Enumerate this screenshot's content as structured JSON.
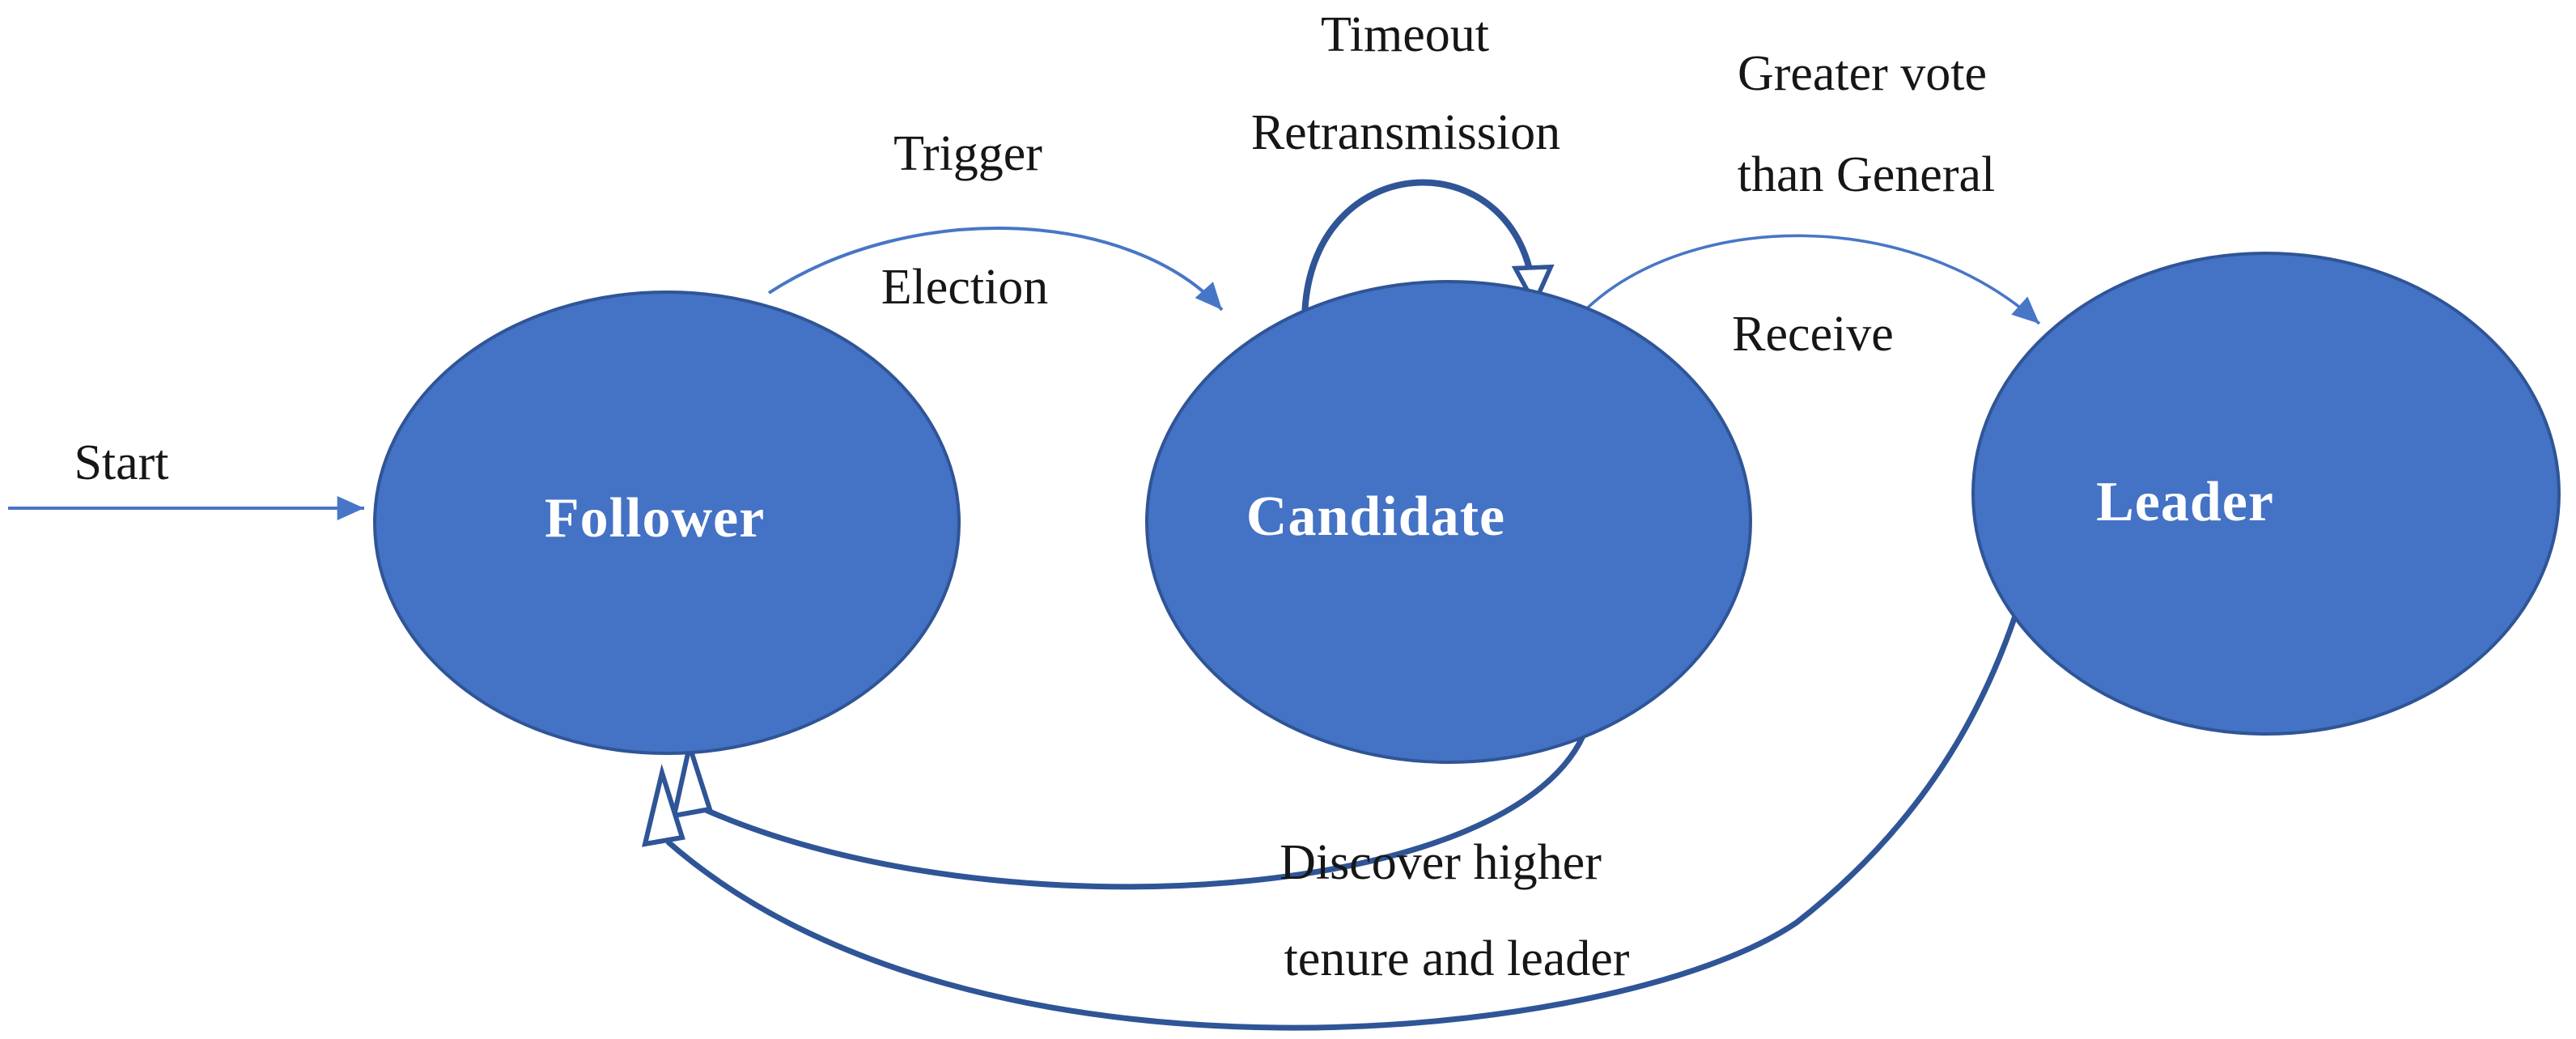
{
  "diagram": {
    "type": "state-transition-diagram",
    "background": "#ffffff"
  },
  "colors": {
    "node_fill": "#4472C4",
    "node_border": "#2F5597",
    "arrow_light": "#4876C6",
    "arrow_dark": "#2F5597",
    "node_label_text": "#ffffff",
    "edge_label_text": "#161616"
  },
  "states": {
    "follower": {
      "label": "Follower"
    },
    "candidate": {
      "label": "Candidate"
    },
    "leader": {
      "label": "Leader"
    }
  },
  "edges": {
    "start": {
      "to": "Follower",
      "label": "Start"
    },
    "trigger_election": {
      "from": "Follower",
      "to": "Candidate",
      "label_line1": "Trigger",
      "label_line2": "Election"
    },
    "timeout_retransmission": {
      "from": "Candidate",
      "to": "Candidate",
      "label_line1": "Timeout",
      "label_line2": "Retransmission"
    },
    "receive_greater_vote": {
      "from": "Candidate",
      "to": "Leader",
      "label_line1": "Greater vote",
      "label_line2": "than General",
      "label_line3": "Receive"
    },
    "discover_higher_tenure": {
      "from": "Candidate, Leader",
      "to": "Follower",
      "label_line1": "Discover higher",
      "label_line2": "tenure and leader"
    }
  }
}
